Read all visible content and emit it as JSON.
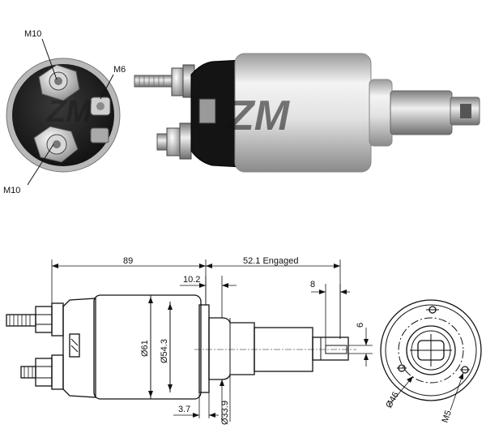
{
  "photo": {
    "end_view_labels": {
      "terminal_top": "M10",
      "terminal_small": "M6",
      "terminal_bottom": "M10"
    },
    "watermark": "ZM"
  },
  "drawing": {
    "dimensions": {
      "overall_length": "89",
      "engaged_travel": "52.1 Engaged",
      "flange_offset": "10.2",
      "plunger_offset": "8",
      "plunger_slot": "6",
      "body_diameter": "Ø61",
      "inner_diameter": "Ø54.3",
      "nose_diameter": "Ø33.9",
      "flange_thickness": "3.7",
      "bolt_circle": "Ø46",
      "mount_thread": "M5"
    }
  },
  "colors": {
    "line": "#111111",
    "body_light": "#e6e6e6",
    "body_dark": "#1a1a1a"
  }
}
